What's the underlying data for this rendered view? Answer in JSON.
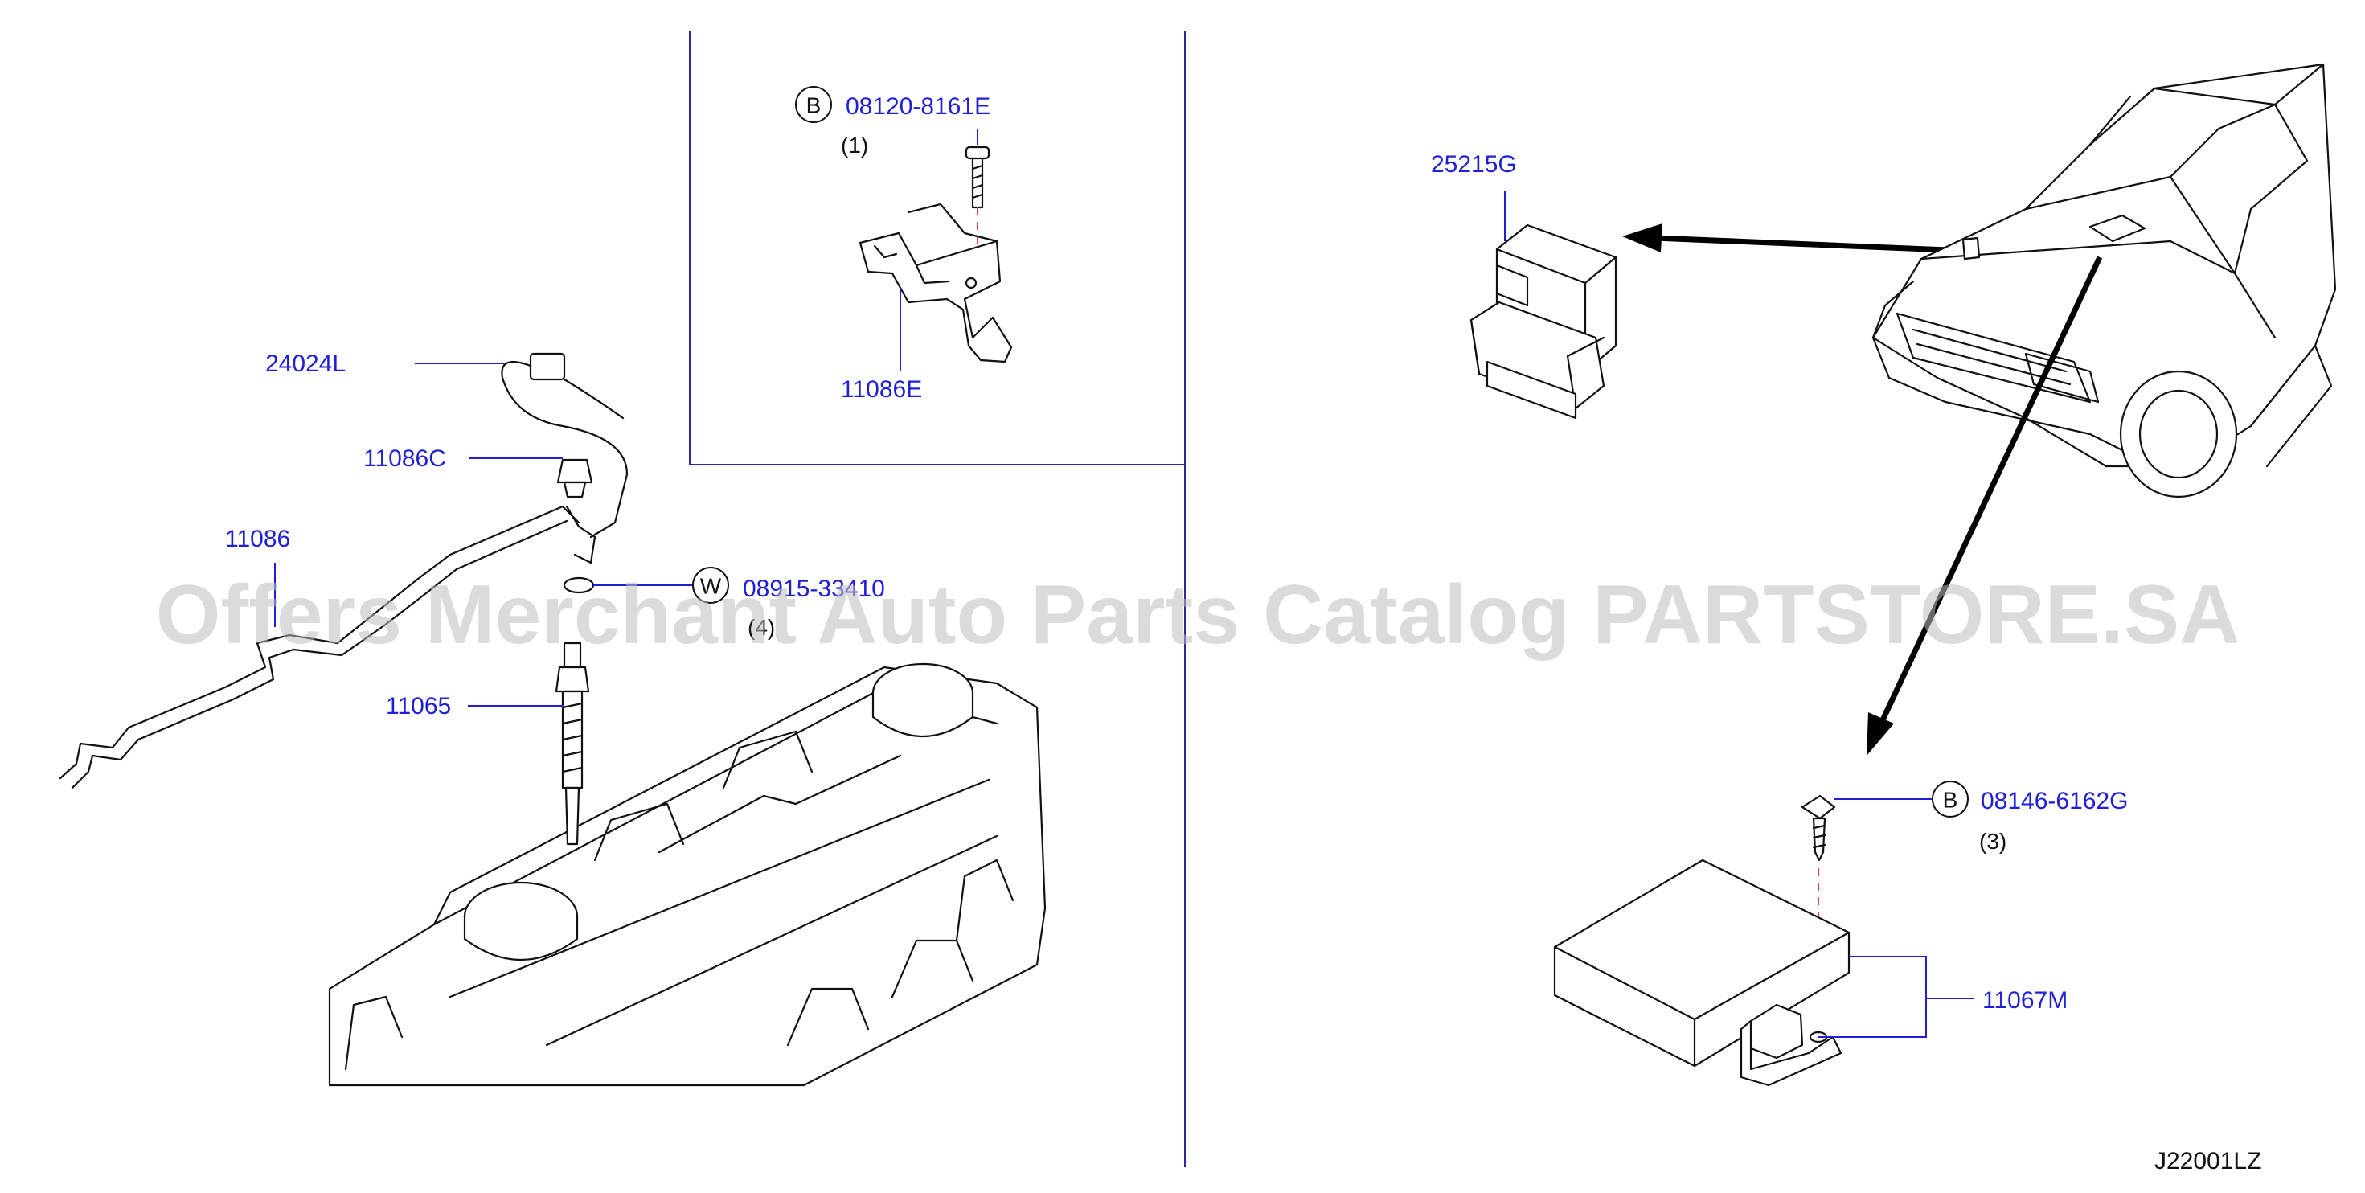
{
  "callouts": {
    "p24024L": "24024L",
    "p11086C": "11086C",
    "p11086": "11086",
    "p11065": "11065",
    "p11086E": "11086E",
    "p25215G": "25215G",
    "p11067M": "11067M",
    "bolt_b1": "08120-8161E",
    "bolt_b1_qty": "(1)",
    "washer_w": "08915-33410",
    "washer_w_qty": "(4)",
    "screw_b2": "08146-6162G",
    "screw_b2_qty": "(3)"
  },
  "badges": {
    "b1": "B",
    "w": "W",
    "b2": "B"
  },
  "diagram_code": "J22001LZ",
  "watermark": "Offers Merchant Auto Parts Catalog PARTSTORE.SA",
  "colors": {
    "part_number": "#1f1fd6",
    "frame": "#2a2aa8",
    "line": "#111111"
  }
}
